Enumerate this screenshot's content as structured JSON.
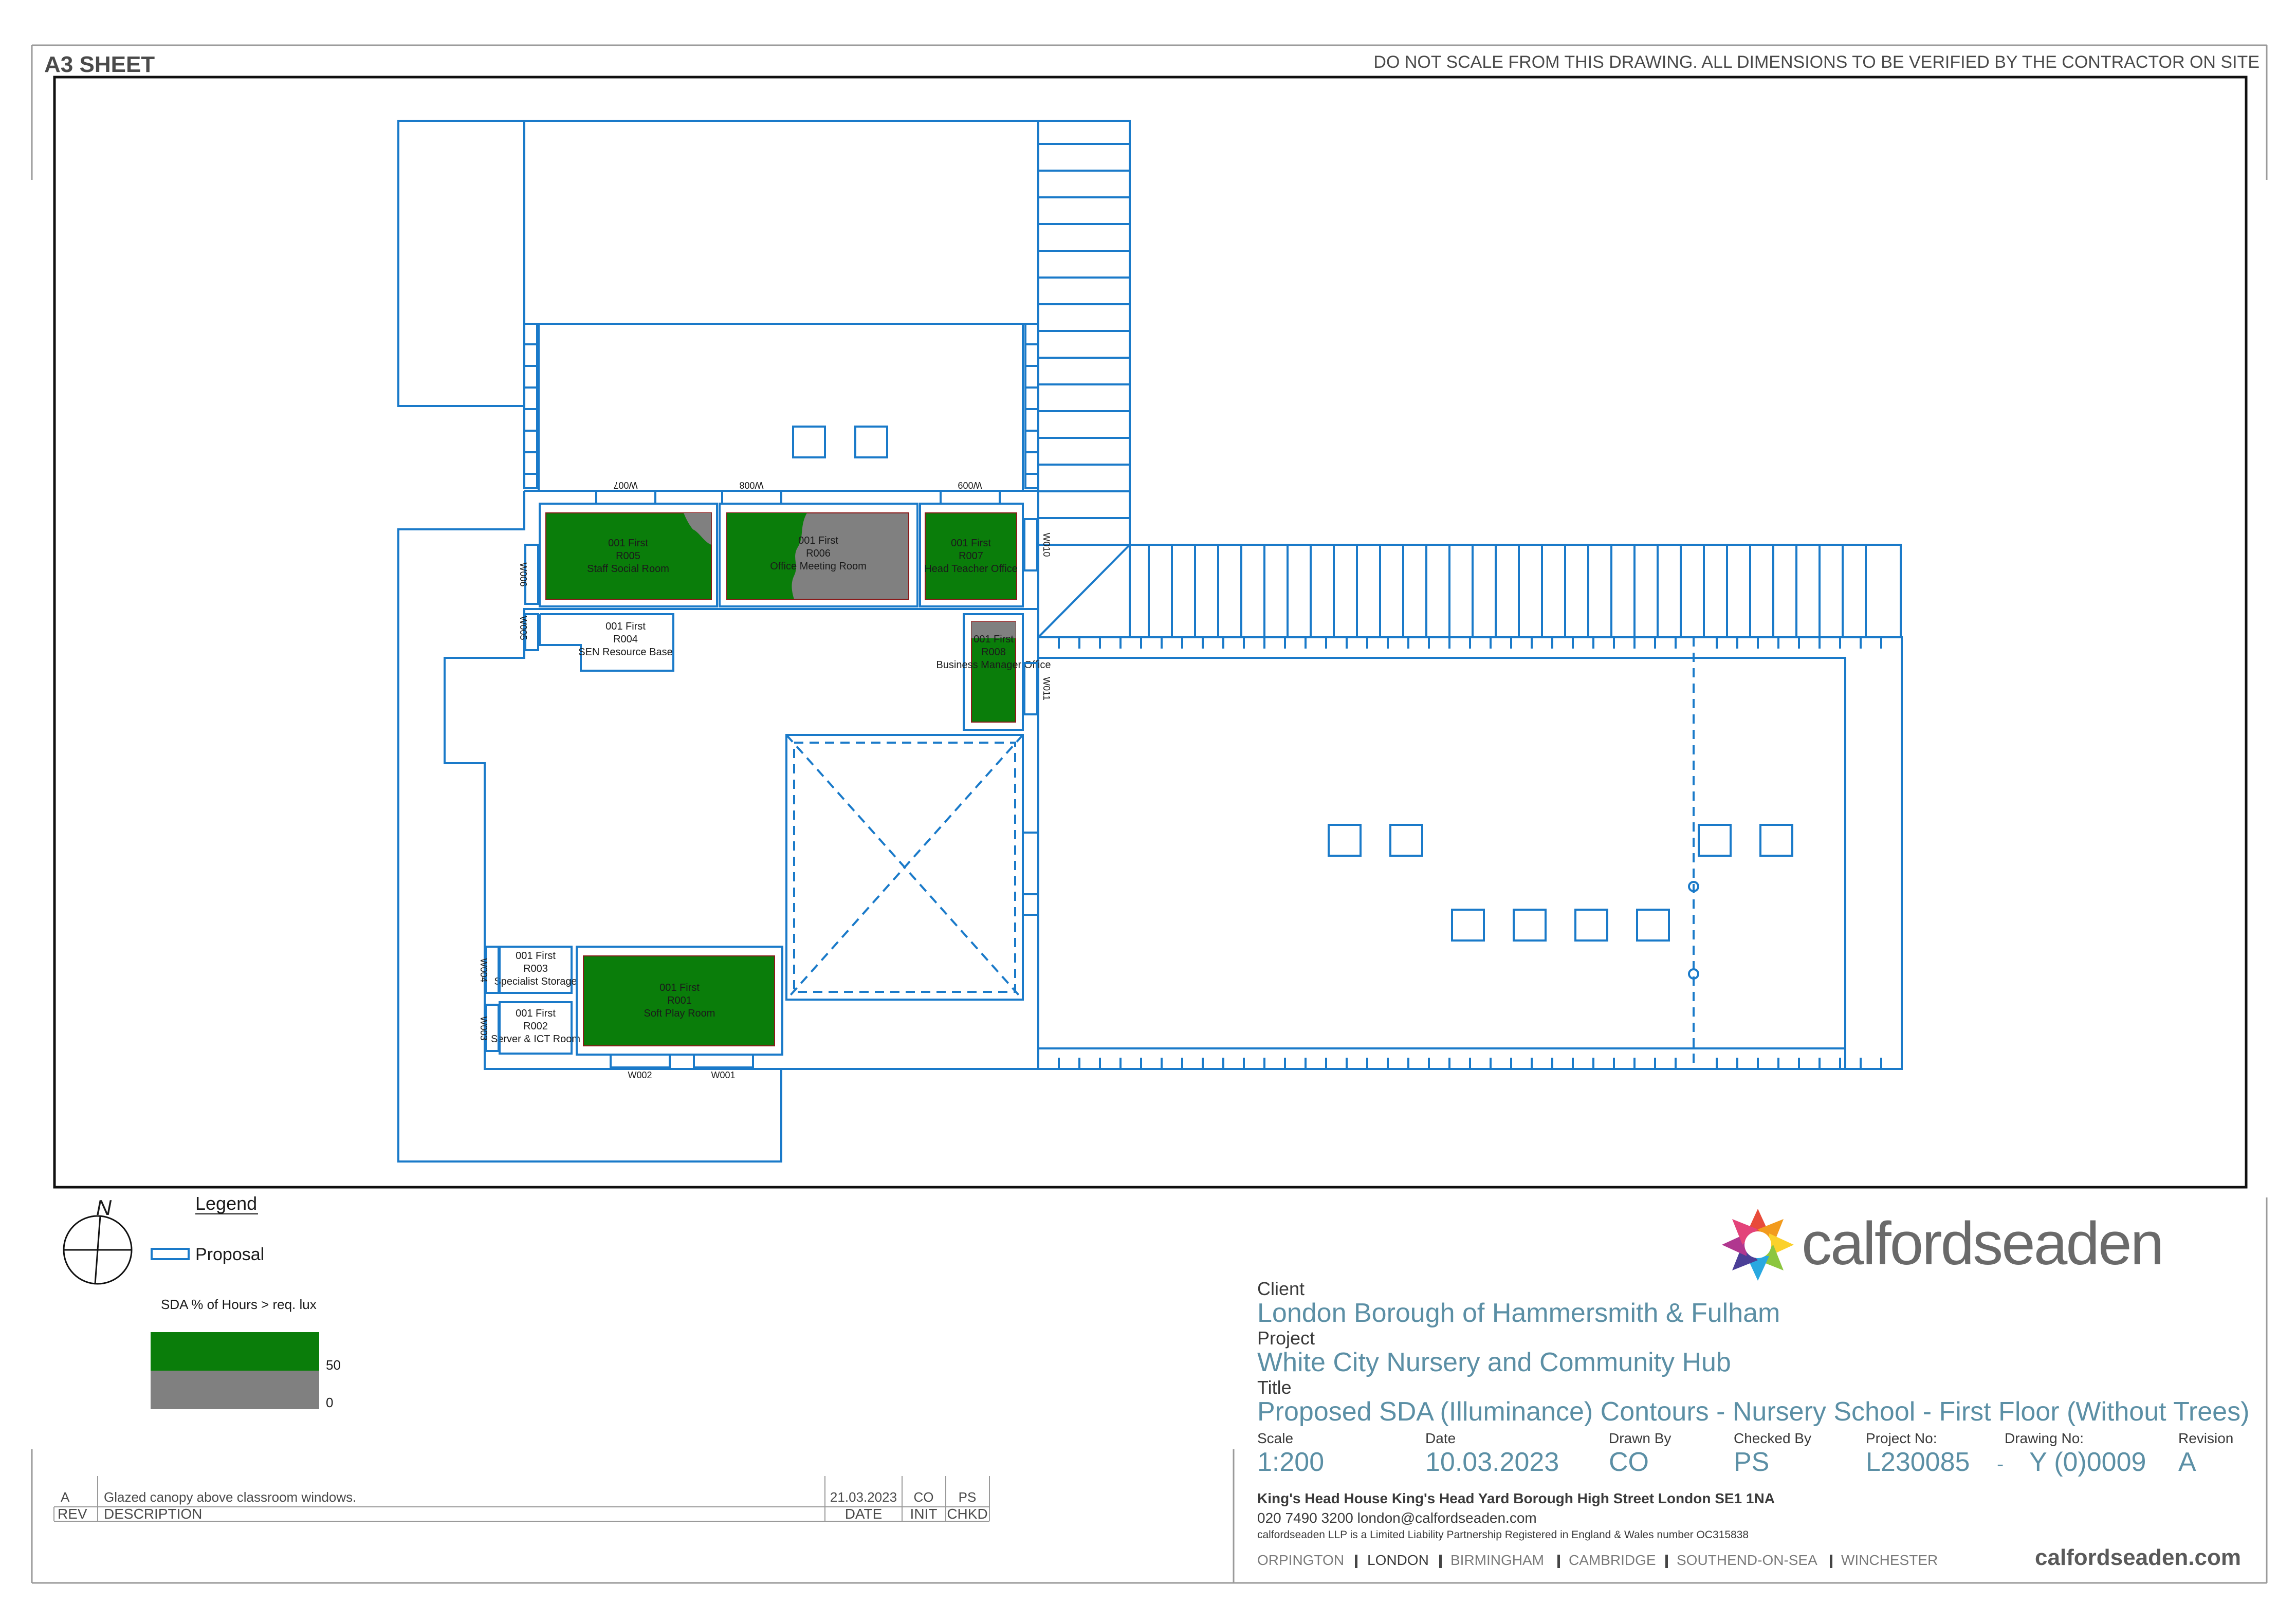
{
  "sheet": {
    "size_label": "A3 SHEET",
    "note": "DO NOT SCALE FROM THIS DRAWING. ALL DIMENSIONS TO BE VERIFIED BY THE CONTRACTOR ON SITE"
  },
  "rooms": [
    {
      "level": "001 First",
      "code": "R005",
      "name": "Staff Social Room"
    },
    {
      "level": "001 First",
      "code": "R006",
      "name": "Office Meeting Room"
    },
    {
      "level": "001 First",
      "code": "R007",
      "name": "Head Teacher Office"
    },
    {
      "level": "001 First",
      "code": "R004",
      "name": "SEN Resource Base"
    },
    {
      "level": "001 First",
      "code": "R008",
      "name": "Business Manager Office"
    },
    {
      "level": "001 First",
      "code": "R003",
      "name": "Specialist Storage"
    },
    {
      "level": "001 First",
      "code": "R002",
      "name": "Server & ICT Room"
    },
    {
      "level": "001 First",
      "code": "R001",
      "name": "Soft Play Room"
    }
  ],
  "windows": [
    "W007",
    "W008",
    "W009",
    "W010",
    "W006",
    "W005",
    "W011",
    "W004",
    "W003",
    "W002",
    "W001"
  ],
  "compass": {
    "label": "N"
  },
  "legend": {
    "title": "Legend",
    "proposal_label": "Proposal",
    "sda_title": "SDA % of Hours > req. lux",
    "scale_high": "50",
    "scale_low": "0",
    "color_high": "#0a7d0a",
    "color_low": "#808080"
  },
  "revisions": {
    "rows": [
      {
        "rev": "A",
        "description": "Glazed canopy above classroom windows.",
        "date": "21.03.2023",
        "init": "CO",
        "chkd": "PS"
      }
    ],
    "headers": {
      "rev": "REV",
      "description": "DESCRIPTION",
      "date": "DATE",
      "init": "INIT",
      "chkd": "CHKD"
    }
  },
  "title_block": {
    "brand": "calfordseaden",
    "client_label": "Client",
    "client": "London Borough of Hammersmith & Fulham",
    "project_label": "Project",
    "project": "White City Nursery and Community Hub",
    "title_label": "Title",
    "title": "Proposed SDA (Illuminance) Contours - Nursery School - First Floor (Without Trees)",
    "scale_label": "Scale",
    "scale": "1:200",
    "date_label": "Date",
    "date": "10.03.2023",
    "drawn_label": "Drawn By",
    "drawn": "CO",
    "checked_label": "Checked By",
    "checked": "PS",
    "projno_label": "Project No:",
    "projno": "L230085",
    "separator": "-",
    "drawingno_label": "Drawing No:",
    "drawingno": "Y (0)0009",
    "revision_label": "Revision",
    "revision": "A",
    "address": "King's Head House  King's Head Yard  Borough High Street  London  SE1 1NA",
    "phone_email": "020 7490 3200    london@calfordseaden.com",
    "legal": "calfordseaden LLP is a Limited Liability Partnership Registered in England & Wales number OC315838",
    "offices": [
      "ORPINGTON",
      "LONDON",
      "BIRMINGHAM",
      "CAMBRIDGE",
      "SOUTHEND-ON-SEA",
      "WINCHESTER"
    ],
    "website": "calfordseaden.com"
  }
}
